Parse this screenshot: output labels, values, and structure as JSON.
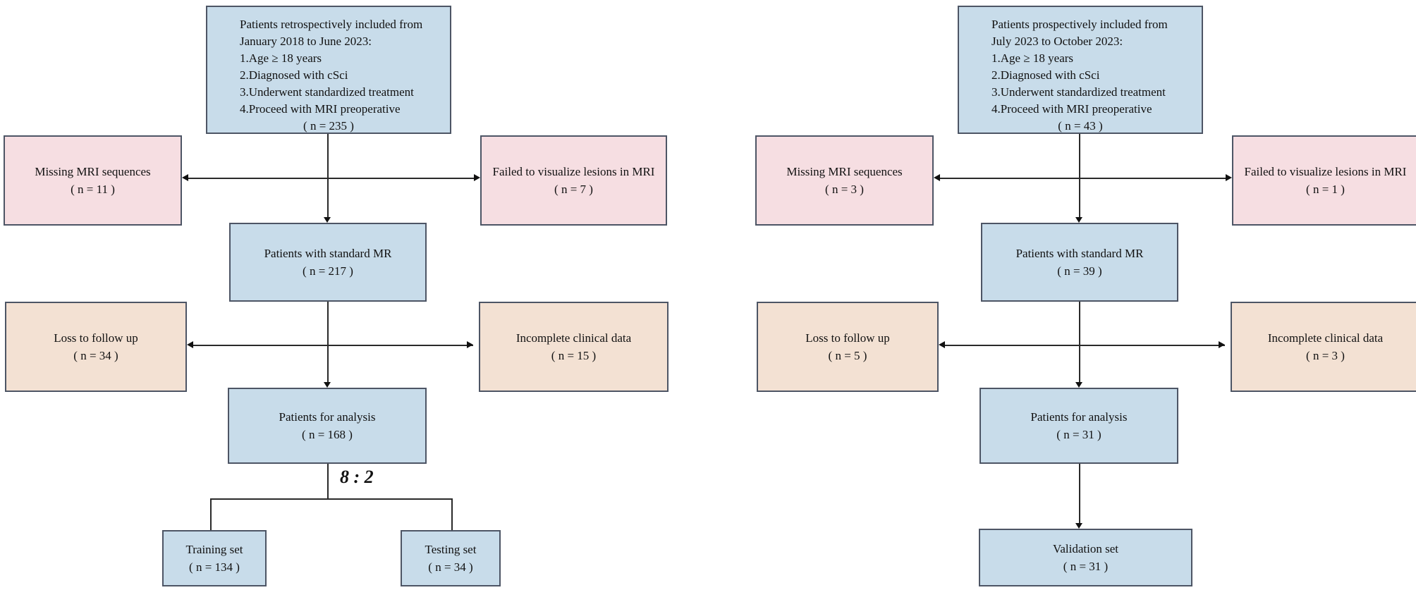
{
  "colors": {
    "blue_fill": "#c8dcea",
    "pink_fill": "#f6dee2",
    "tan_fill": "#f3e1d3",
    "box_border": "#4d5565",
    "line": "#2a2a2a",
    "background": "#ffffff"
  },
  "flows": [
    {
      "name": "retrospective",
      "top_box": {
        "lines": [
          "Patients retrospectively included from",
          "January 2018 to June 2023:",
          "1.Age ≥ 18 years",
          "2.Diagnosed with cSci",
          "3.Underwent standardized treatment",
          "4.Proceed with MRI preoperative"
        ],
        "n": "( n = 235 )"
      },
      "missing_mri": {
        "label": "Missing MRI sequences",
        "n": "( n = 11 )"
      },
      "failed_mri": {
        "label": "Failed to visualize lesions in MRI",
        "n": "( n = 7 )"
      },
      "standard_mr": {
        "label": "Patients with standard MR",
        "n": "( n = 217 )"
      },
      "loss_followup": {
        "label": "Loss to follow up",
        "n": "( n = 34 )"
      },
      "incomplete_data": {
        "label": "Incomplete clinical data",
        "n": "( n = 15 )"
      },
      "analysis": {
        "label": "Patients for analysis",
        "n": "( n = 168 )"
      },
      "split_label": "8 : 2",
      "training": {
        "label": "Training set",
        "n": "( n = 134 )"
      },
      "testing": {
        "label": "Testing set",
        "n": "( n = 34 )"
      }
    },
    {
      "name": "prospective",
      "top_box": {
        "lines": [
          "Patients prospectively included from",
          "July 2023 to October 2023:",
          "1.Age ≥ 18 years",
          "2.Diagnosed with cSci",
          "3.Underwent standardized treatment",
          "4.Proceed with MRI preoperative"
        ],
        "n": "( n = 43 )"
      },
      "missing_mri": {
        "label": "Missing MRI sequences",
        "n": "( n = 3 )"
      },
      "failed_mri": {
        "label": "Failed to visualize lesions in MRI",
        "n": "( n = 1 )"
      },
      "standard_mr": {
        "label": "Patients with standard MR",
        "n": "( n = 39 )"
      },
      "loss_followup": {
        "label": "Loss to follow up",
        "n": "( n = 5 )"
      },
      "incomplete_data": {
        "label": "Incomplete clinical data",
        "n": "( n = 3 )"
      },
      "analysis": {
        "label": "Patients for analysis",
        "n": "( n = 31 )"
      },
      "validation": {
        "label": "Validation set",
        "n": "( n = 31 )"
      }
    }
  ]
}
